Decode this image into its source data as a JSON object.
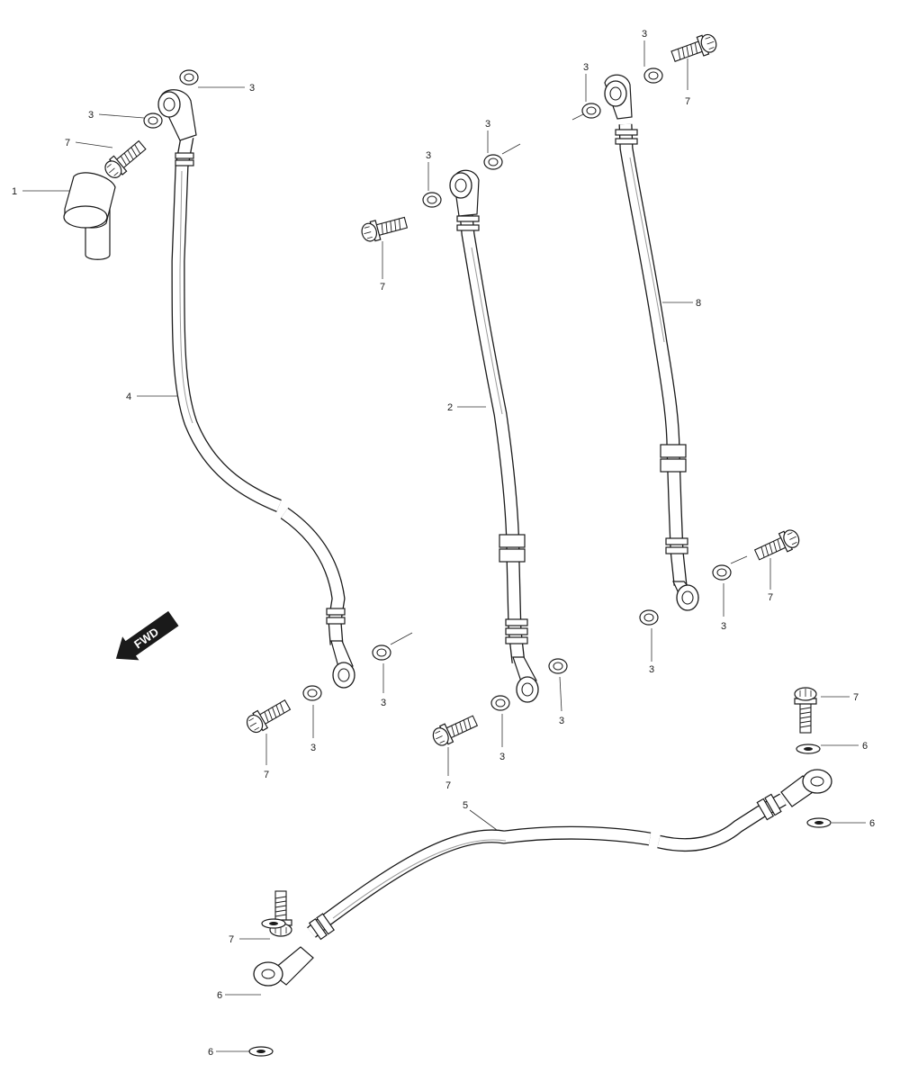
{
  "diagram": {
    "fwd_label": "FWD",
    "callouts": {
      "c1": "1",
      "c2": "2",
      "c3": "3",
      "c4": "4",
      "c5": "5",
      "c6": "6",
      "c7": "7",
      "c8": "8"
    }
  }
}
